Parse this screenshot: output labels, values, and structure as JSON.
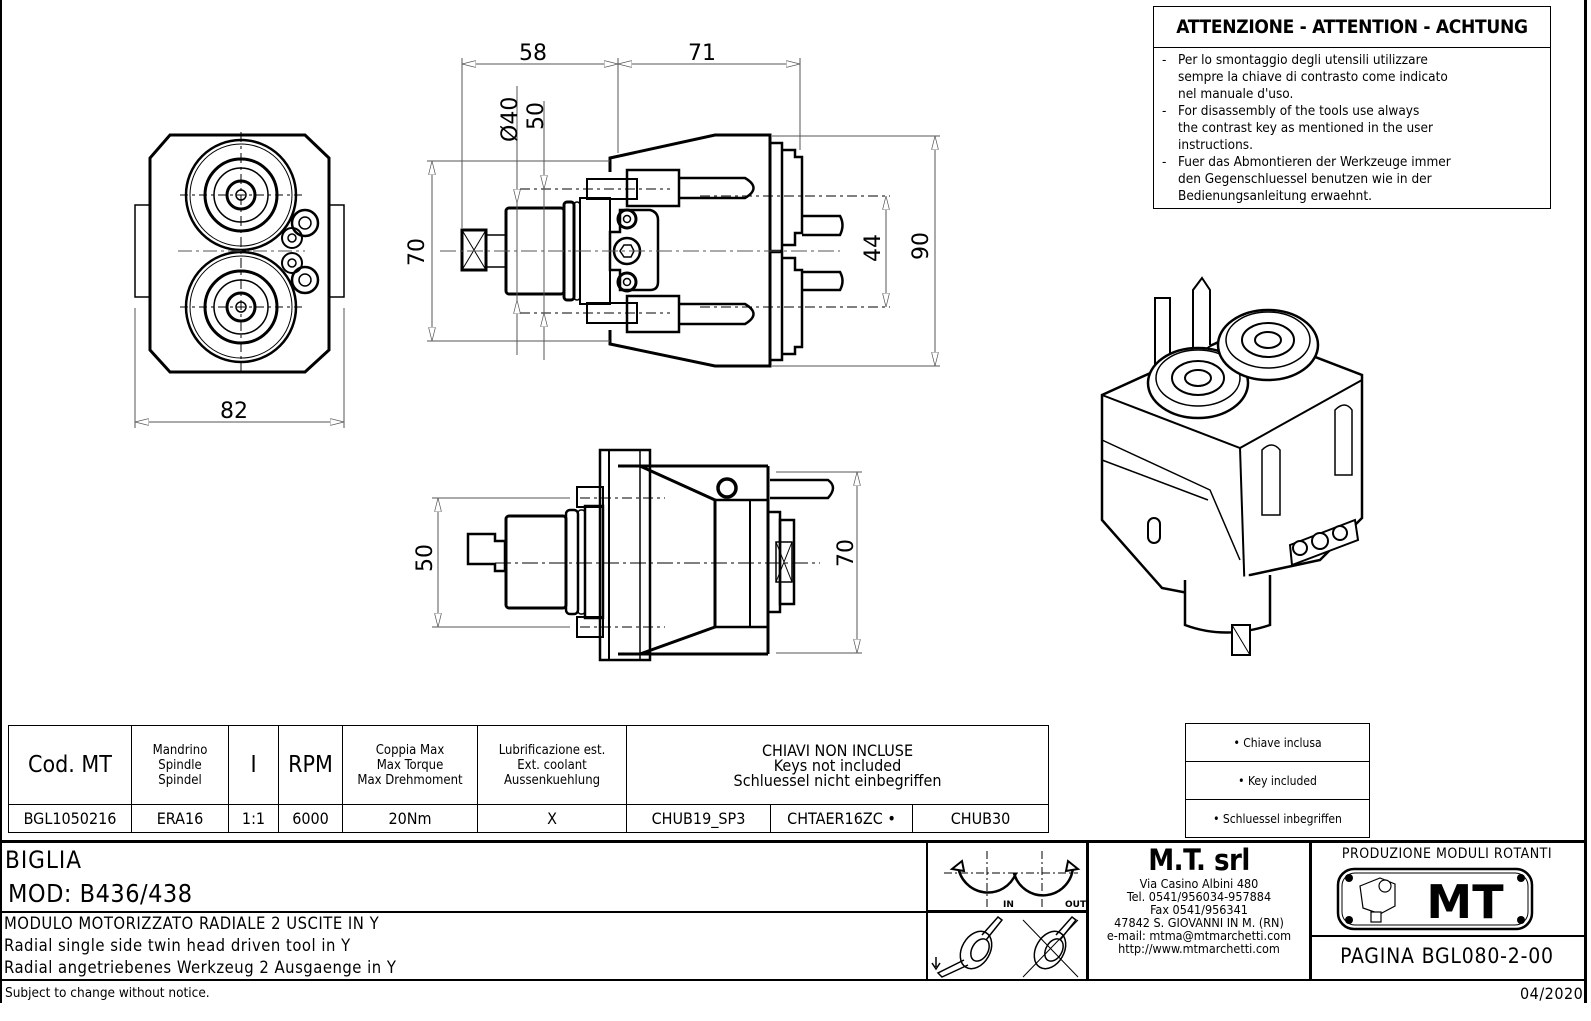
{
  "attention": {
    "title": "ATTENZIONE - ATTENTION - ACHTUNG",
    "items": [
      {
        "dash": "-",
        "lines": [
          "Per lo smontaggio degli utensili utilizzare",
          "sempre la chiave di contrasto come indicato",
          "nel manuale d'uso."
        ]
      },
      {
        "dash": "-",
        "lines": [
          "For disassembly of the tools use always",
          "the contrast key as mentioned in the user",
          "instructions."
        ]
      },
      {
        "dash": "-",
        "lines": [
          "Fuer das Abmontieren der Werkzeuge immer",
          "den Gegenschluessel benutzen wie in der",
          "Bedienungsanleitung erwaehnt."
        ]
      }
    ]
  },
  "views": {
    "front": {
      "width_dim": "82"
    },
    "side_top": {
      "dim_58": "58",
      "dim_71": "71",
      "dim_dia40": "Ø40",
      "dim_50": "50",
      "dim_70": "70",
      "dim_44": "44",
      "dim_90": "90"
    },
    "side_bottom": {
      "dim_50": "50",
      "dim_70": "70"
    }
  },
  "spec_table": {
    "headers": {
      "code": "Cod. MT",
      "spindle": [
        "Mandrino",
        "Spindle",
        "Spindel"
      ],
      "ratio": "I",
      "rpm": "RPM",
      "torque": [
        "Coppia Max",
        "Max Torque",
        "Max Drehmoment"
      ],
      "coolant": [
        "Lubrificazione est.",
        "Ext. coolant",
        "Aussenkuehlung"
      ],
      "keys": [
        "CHIAVI NON INCLUSE",
        "Keys not included",
        "Schluessel nicht einbegriffen"
      ]
    },
    "row": {
      "code": "BGL1050216",
      "spindle": "ERA16",
      "ratio": "1:1",
      "rpm": "6000",
      "torque": "20Nm",
      "coolant": "X",
      "keys": [
        "CHUB19_SP3",
        "CHTAER16ZC •",
        "CHUB30"
      ]
    }
  },
  "keys_legend": [
    "• Chiave inclusa",
    "• Key included",
    "• Schluessel inbegriffen"
  ],
  "title_block": {
    "client": "BIGLIA",
    "model": "MOD: B436/438",
    "description": [
      "MODULO MOTORIZZATO RADIALE 2 USCITE IN Y",
      "Radial single side twin head driven tool in Y",
      "Radial angetriebenes Werkzeug 2 Ausgaenge in Y"
    ],
    "rotation": {
      "in": "IN",
      "out": "OUT"
    },
    "company": {
      "name": "M.T. srl",
      "address": [
        "Via Casino Albini 480",
        "Tel. 0541/956034-957884",
        "Fax 0541/956341",
        "47842 S. GIOVANNI IN M. (RN)",
        "e-mail: mtma@mtmarchetti.com",
        "http://www.mtmarchetti.com"
      ]
    },
    "production": "PRODUZIONE MODULI ROTANTI",
    "logo_text": "MT",
    "page": "PAGINA BGL080-2-00"
  },
  "footer": {
    "notice": "Subject to change without notice.",
    "date": "04/2020"
  }
}
